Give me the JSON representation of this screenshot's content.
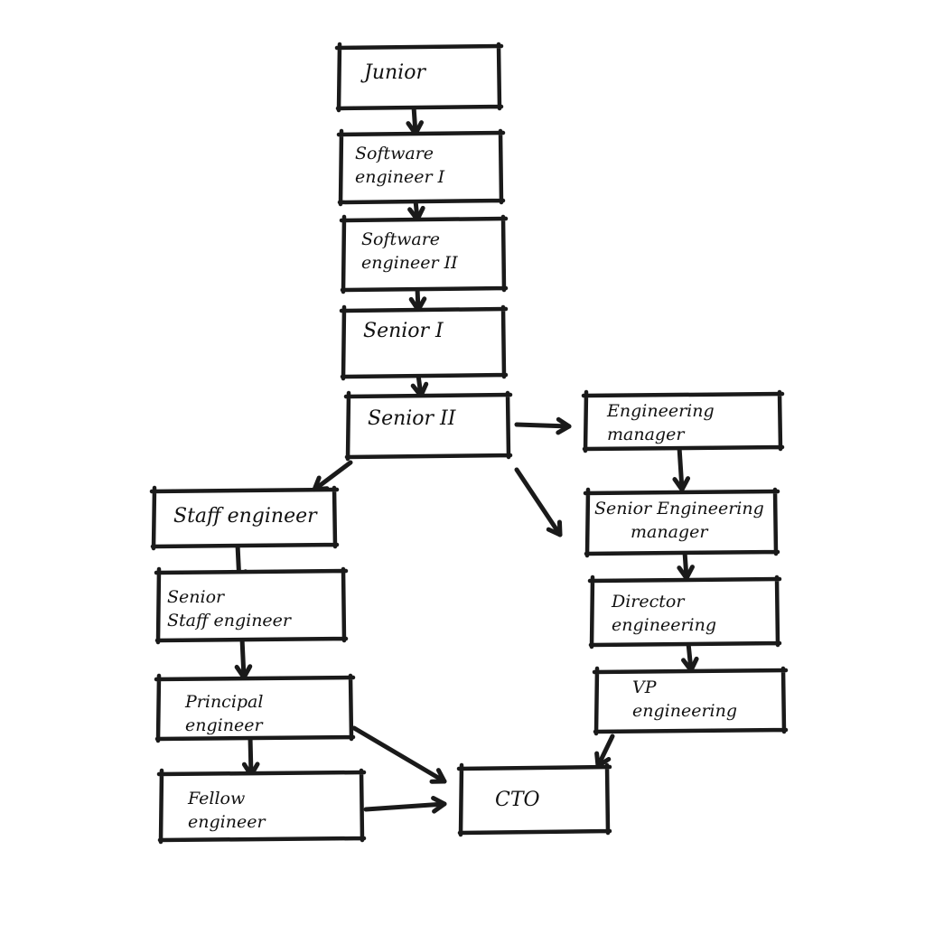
{
  "title": "Software engineering career ladder",
  "colors": {
    "ink": "#1a1a1a",
    "background": "#ffffff"
  },
  "nodes": [
    {
      "id": "junior",
      "lines": [
        "Junior"
      ]
    },
    {
      "id": "swe1",
      "lines": [
        "Software",
        "engineer I"
      ]
    },
    {
      "id": "swe2",
      "lines": [
        "Software",
        "engineer II"
      ]
    },
    {
      "id": "senior1",
      "lines": [
        "Senior I"
      ]
    },
    {
      "id": "senior2",
      "lines": [
        "Senior II"
      ]
    },
    {
      "id": "eng_manager",
      "lines": [
        "Engineering",
        "manager"
      ]
    },
    {
      "id": "senior_eng_manager",
      "lines": [
        "Senior Engineering",
        "manager"
      ]
    },
    {
      "id": "director",
      "lines": [
        "Director",
        "engineering"
      ]
    },
    {
      "id": "vp",
      "lines": [
        "VP",
        "engineering"
      ]
    },
    {
      "id": "staff",
      "lines": [
        "Staff engineer"
      ]
    },
    {
      "id": "senior_staff",
      "lines": [
        "Senior",
        "Staff engineer"
      ]
    },
    {
      "id": "principal",
      "lines": [
        "Principal",
        "engineer"
      ]
    },
    {
      "id": "fellow",
      "lines": [
        "Fellow",
        "engineer"
      ]
    },
    {
      "id": "cto",
      "lines": [
        "CTO"
      ]
    }
  ],
  "edges": [
    {
      "from": "junior",
      "to": "swe1"
    },
    {
      "from": "swe1",
      "to": "swe2"
    },
    {
      "from": "swe2",
      "to": "senior1"
    },
    {
      "from": "senior1",
      "to": "senior2"
    },
    {
      "from": "senior2",
      "to": "eng_manager"
    },
    {
      "from": "senior2",
      "to": "senior_eng_manager"
    },
    {
      "from": "senior2",
      "to": "staff"
    },
    {
      "from": "eng_manager",
      "to": "senior_eng_manager"
    },
    {
      "from": "senior_eng_manager",
      "to": "director"
    },
    {
      "from": "director",
      "to": "vp"
    },
    {
      "from": "vp",
      "to": "cto"
    },
    {
      "from": "staff",
      "to": "senior_staff"
    },
    {
      "from": "senior_staff",
      "to": "principal"
    },
    {
      "from": "principal",
      "to": "fellow"
    },
    {
      "from": "principal",
      "to": "cto"
    },
    {
      "from": "fellow",
      "to": "cto"
    }
  ]
}
